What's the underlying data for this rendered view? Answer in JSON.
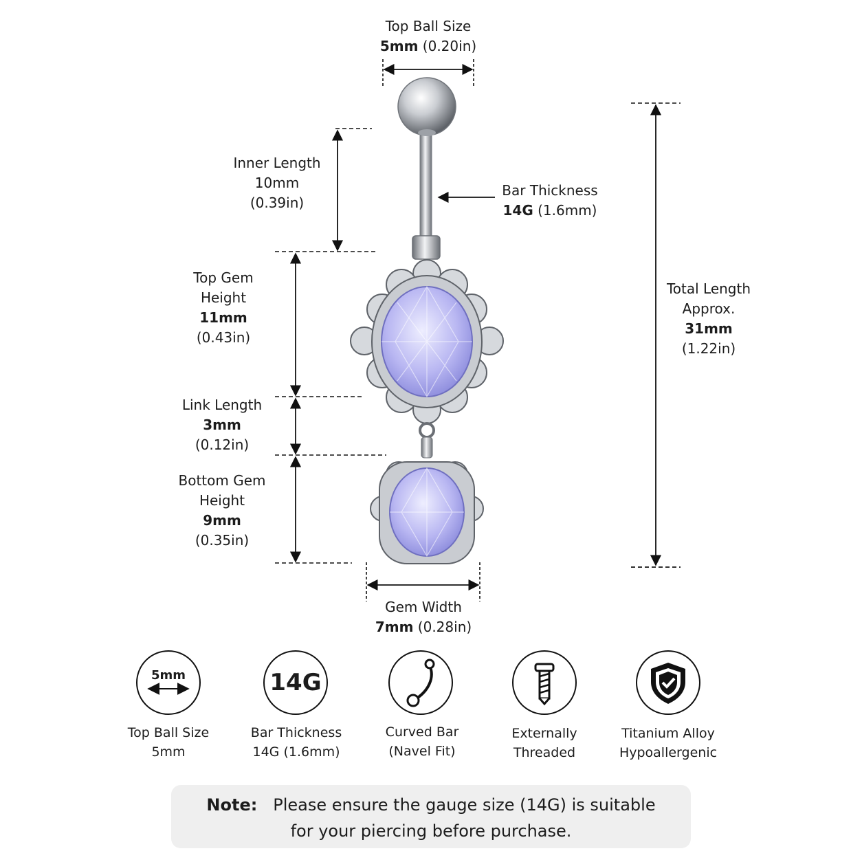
{
  "dimensions": {
    "top_ball": {
      "title": "Top Ball Size",
      "value": "5mm",
      "imperial": "(0.20in)"
    },
    "bar": {
      "title": "Bar Thickness",
      "value": "14G",
      "imperial": "(1.6mm)"
    },
    "inner": {
      "title": "Inner Length",
      "value": "10mm",
      "imperial": "(0.39in)"
    },
    "top_gem": {
      "title1": "Top Gem",
      "title2": "Height",
      "value": "11mm",
      "imperial": "(0.43in)"
    },
    "link": {
      "title": "Link Length",
      "value": "3mm",
      "imperial": "(0.12in)"
    },
    "bottom_gem": {
      "title1": "Bottom Gem",
      "title2": "Height",
      "value": "9mm",
      "imperial": "(0.35in)"
    },
    "gem_width": {
      "title": "Gem Width",
      "value": "7mm",
      "imperial": "(0.28in)"
    },
    "total": {
      "title1": "Total Length",
      "title2": "Approx.",
      "value": "31mm",
      "imperial": "(1.22in)"
    }
  },
  "features": [
    {
      "icon": "ball-size-icon",
      "icon_text": "5mm",
      "line1": "Top Ball Size",
      "line2": "5mm"
    },
    {
      "icon": "gauge-icon",
      "icon_text": "14G",
      "line1": "Bar Thickness",
      "line2": "14G (1.6mm)"
    },
    {
      "icon": "curved-bar-icon",
      "line1": "Curved Bar",
      "line2": "(Navel Fit)"
    },
    {
      "icon": "screw-icon",
      "line1": "Externally",
      "line2": "Threaded"
    },
    {
      "icon": "shield-check-icon",
      "line1": "Titanium Alloy",
      "line2": "Hypoallergenic"
    }
  ],
  "note": {
    "label": "Note:",
    "line1": "Please ensure the gauge size (14G) is suitable",
    "line2": "for your piercing before purchase."
  },
  "colors": {
    "gem": "#b9b7f2",
    "metal": "#b8bcc2",
    "line": "#111111"
  }
}
